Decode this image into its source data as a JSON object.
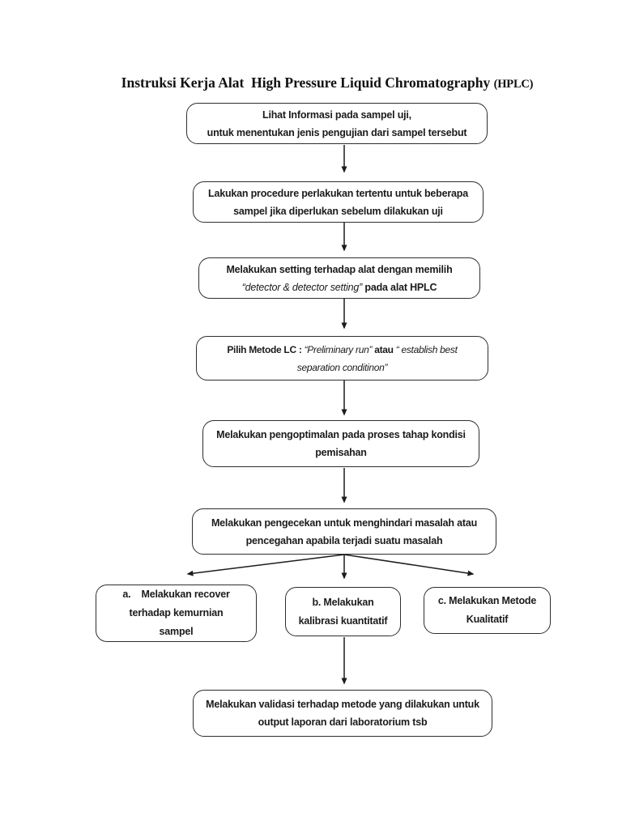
{
  "page": {
    "title_main": "Instruksi Kerja Alat  High Pressure Liquid Chromatography ",
    "title_suffix": "(HPLC)"
  },
  "boxes": {
    "b1": {
      "l1": "Lihat Informasi pada sampel uji,",
      "l2": "untuk menentukan jenis pengujian dari sampel tersebut"
    },
    "b2": {
      "l1": "Lakukan procedure perlakukan tertentu untuk beberapa",
      "l2": "sampel jika diperlukan sebelum dilakukan uji"
    },
    "b3": {
      "l1": "Melakukan setting terhadap alat dengan memilih",
      "l2_italic": "“detector & detector setting”",
      "l2_rest": " pada alat HPLC"
    },
    "b4": {
      "l1_lead": "Pilih Metode LC : ",
      "l1_italic1": "“Preliminary run”",
      "l1_conj": " atau ",
      "l1_italic2": "“ establish best",
      "l2_italic": "separation conditinon”"
    },
    "b5": {
      "l1": "Melakukan pengoptimalan pada proses tahap kondisi",
      "l2": "pemisahan"
    },
    "b6": {
      "l1": "Melakukan pengecekan untuk menghindari masalah atau",
      "l2": "pencegahan apabila terjadi suatu masalah"
    },
    "ba": {
      "l1": "a.    Melakukan recover",
      "l2": "terhadap kemurnian",
      "l3": "sampel"
    },
    "bb": {
      "l1": "b. Melakukan",
      "l2": "kalibrasi kuantitatif"
    },
    "bc": {
      "l1": "c. Melakukan Metode",
      "l2": "Kualitatif"
    },
    "b7": {
      "l1": "Melakukan validasi terhadap metode yang dilakukan untuk",
      "l2": "output laporan dari laboratorium tsb"
    }
  },
  "colors": {
    "box_border": "#2e2e2e",
    "text": "#1b1b1b",
    "arrow": "#1c1c1c",
    "background": "#ffffff"
  }
}
